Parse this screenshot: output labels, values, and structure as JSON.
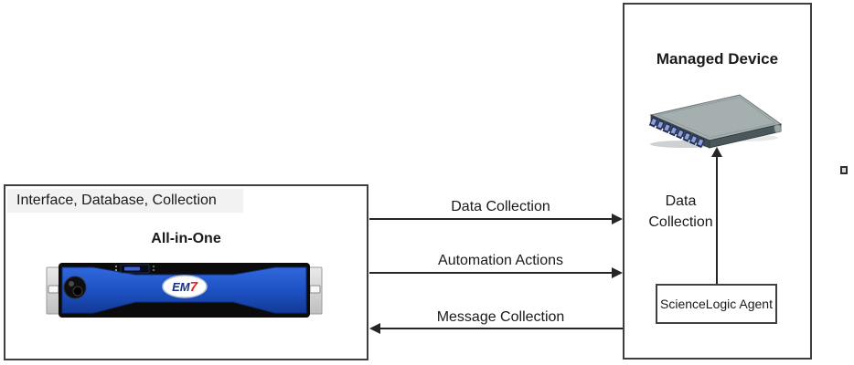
{
  "left_box": {
    "header": "Interface, Database, Collection",
    "title": "All-in-One",
    "appliance_logo": {
      "em": "EM",
      "seven": "7"
    }
  },
  "flows": [
    {
      "label": "Data Collection",
      "direction": "right"
    },
    {
      "label": "Automation Actions",
      "direction": "right"
    },
    {
      "label": "Message Collection",
      "direction": "left"
    }
  ],
  "right_box": {
    "title": "Managed Device",
    "device_arrow_label": "Data Collection",
    "agent_label": "ScienceLogic Agent"
  },
  "colors": {
    "line": "#262626",
    "box_border": "#3f3f3f",
    "header_bg": "#f2f2f2",
    "text": "#1a1a1a",
    "appliance_blue": "#1e52c4",
    "logo_em": "#1c2f80",
    "logo_seven": "#e1251b",
    "server_top": "#a5afaf",
    "server_front": "#3f4d52",
    "drive_bay": "#8ea0da"
  }
}
